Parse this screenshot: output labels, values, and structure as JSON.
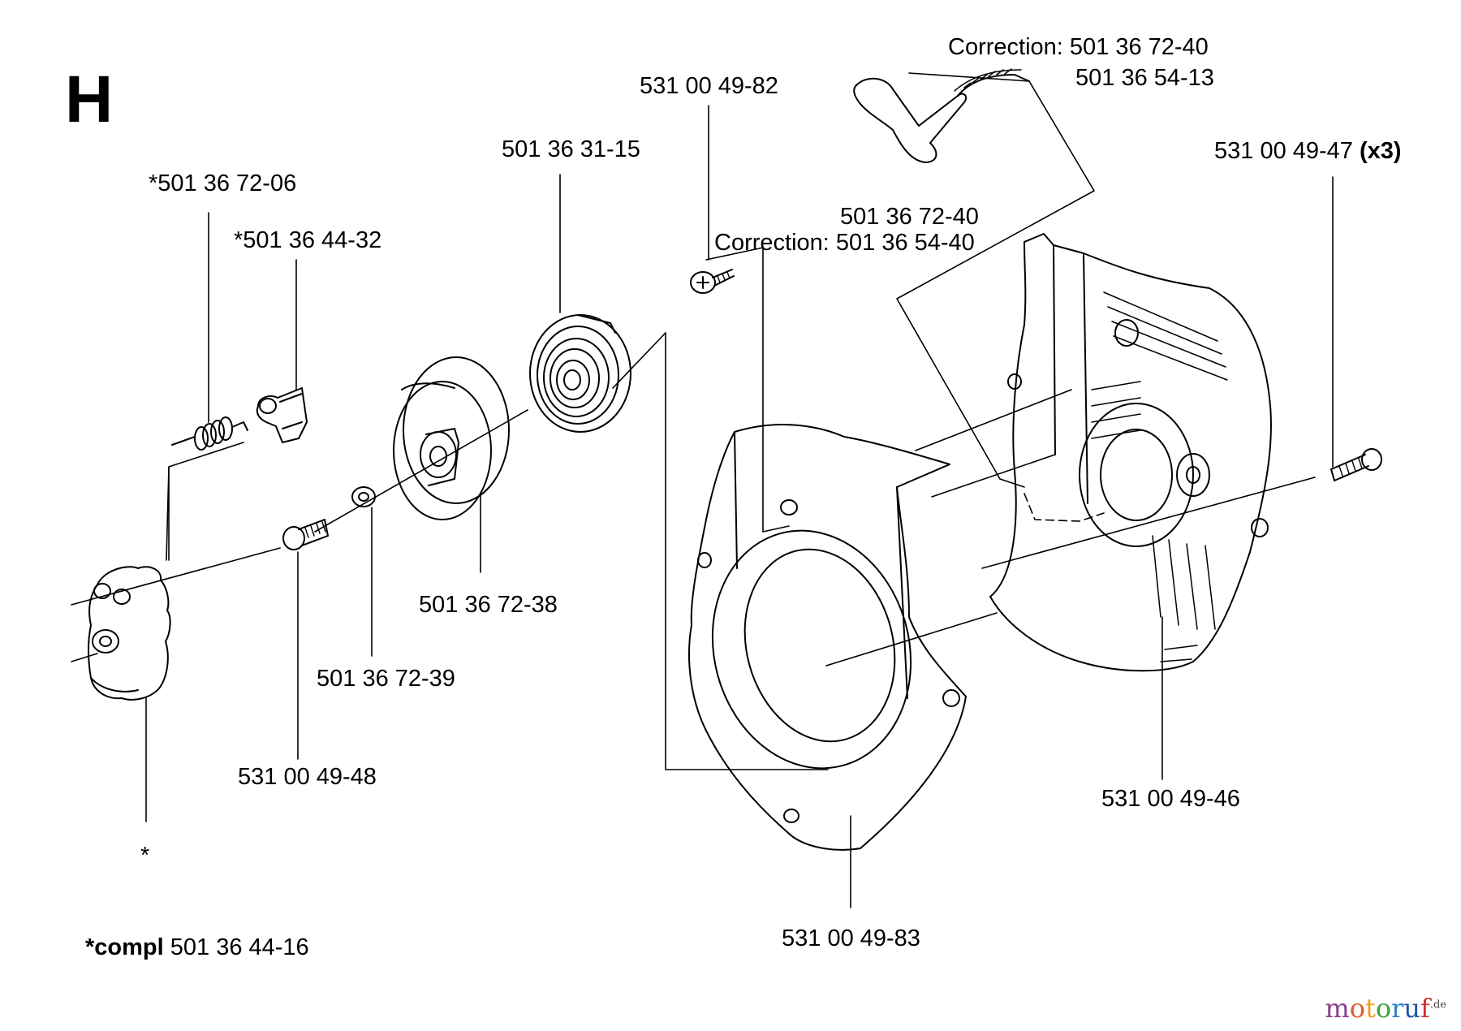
{
  "section_letter": "H",
  "labels": {
    "correction_top": "Correction: 501 36 72-40",
    "rope": "501 36 54-13",
    "screw_82": "531 00 49-82",
    "spring_reel": "501 36 31-15",
    "screw_47": "531 00 49-47",
    "screw_47_qty": "(x3)",
    "spring_06": "*501 36 72-06",
    "pawl_32": "*501 36 44-32",
    "handle_40": "501 36 72-40",
    "correction_mid": "Correction: 501 36 54-40",
    "pulley_38": "501 36 72-38",
    "washer_39": "501 36 72-39",
    "screw_48": "531 00 49-48",
    "housing_46": "531 00 49-46",
    "cover_83": "531 00 49-83",
    "star": "*",
    "compl_prefix": "*compl",
    "compl_number": "501 36 44-16"
  },
  "brand": {
    "parts": [
      "m",
      "o",
      "t",
      "o",
      "r",
      "u",
      "f"
    ],
    "suffix": ".de"
  }
}
